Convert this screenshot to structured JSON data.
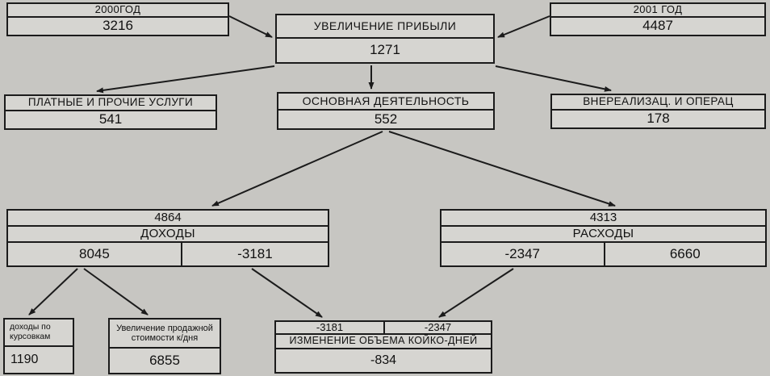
{
  "colors": {
    "background": "#c7c6c2",
    "box_background": "#d6d5d1",
    "border": "#1b1b1b",
    "text": "#111111"
  },
  "diagram": {
    "year2000": {
      "label": "2000ГОД",
      "value": "3216"
    },
    "profit": {
      "label": "УВЕЛИЧЕНИЕ ПРИБЫЛИ",
      "value": "1271"
    },
    "year2001": {
      "label": "2001 ГОД",
      "value": "4487"
    },
    "paid_services": {
      "label": "ПЛАТНЫЕ И ПРОЧИЕ УСЛУГИ",
      "value": "541"
    },
    "main_activity": {
      "label": "ОСНОВНАЯ ДЕЯТЕЛЬНОСТЬ",
      "value": "552"
    },
    "nonrealization": {
      "label": "ВНЕРЕАЛИЗАЦ. И ОПЕРАЦ",
      "value": "178"
    },
    "incomes": {
      "total": "4864",
      "label": "ДОХОДЫ",
      "cell_left": "8045",
      "cell_right": "-3181"
    },
    "expenses": {
      "total": "4313",
      "label": "РАСХОДЫ",
      "cell_left": "-2347",
      "cell_right": "6660"
    },
    "kursovki": {
      "label": "доходы по курсовкам",
      "value": "1190"
    },
    "price_increase": {
      "label": "Увеличение продажной стоимости к/дня",
      "value": "6855"
    },
    "bed_days": {
      "cell_left": "-3181",
      "cell_right": "-2347",
      "label": "ИЗМЕНЕНИЕ ОБЪЕМА КОЙКО-ДНЕЙ",
      "value": "-834"
    }
  }
}
